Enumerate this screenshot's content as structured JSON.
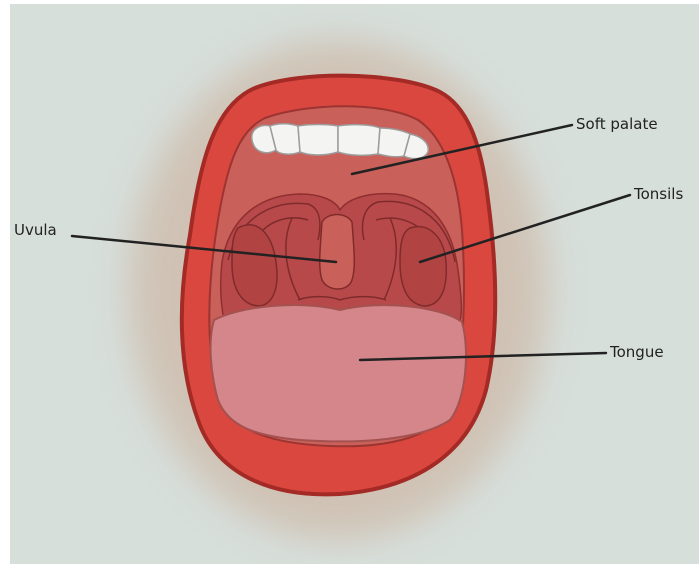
{
  "labels": {
    "soft_palate": "Soft palate",
    "tonsils": "Tonsils",
    "uvula": "Uvula",
    "tongue": "Tongue"
  },
  "colors": {
    "background": "#d7dfdb",
    "halo": "#cdb9a8",
    "lips": "#d9473f",
    "lip_outline": "#a42a26",
    "mouth_cavity": "#c9605a",
    "throat": "#b8494a",
    "tonsils": "#b9504c",
    "tongue": "#d4868b",
    "teeth": "#f4f4f2",
    "leader_lines": "#222222"
  }
}
